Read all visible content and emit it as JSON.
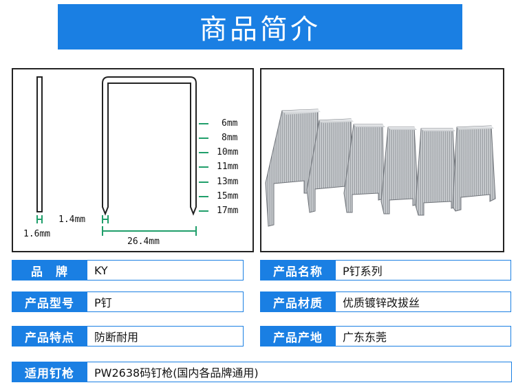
{
  "header": {
    "title": "商品简介"
  },
  "diagram": {
    "dims": {
      "wire_thickness": "1.6mm",
      "leg_width": "1.4mm",
      "crown_width": "26.4mm"
    },
    "lengths": [
      "6mm",
      "8mm",
      "10mm",
      "11mm",
      "13mm",
      "15mm",
      "17mm"
    ],
    "accent_color": "#1f9e6a"
  },
  "specs": {
    "brand": {
      "label": "品　牌",
      "value": "KY"
    },
    "product_name": {
      "label": "产品名称",
      "value": "P钉系列"
    },
    "model": {
      "label": "产品型号",
      "value": "P钉"
    },
    "material": {
      "label": "产品材质",
      "value": "优质镀锌改拔丝"
    },
    "features": {
      "label": "产品特点",
      "value": "防断耐用"
    },
    "origin": {
      "label": "产品产地",
      "value": "广东东莞"
    },
    "compatible_gun": {
      "label": "适用钉枪",
      "value": "PW2638码钉枪(国内各品牌通用)"
    }
  },
  "colors": {
    "primary": "#1a7fe3",
    "text": "#111111"
  }
}
